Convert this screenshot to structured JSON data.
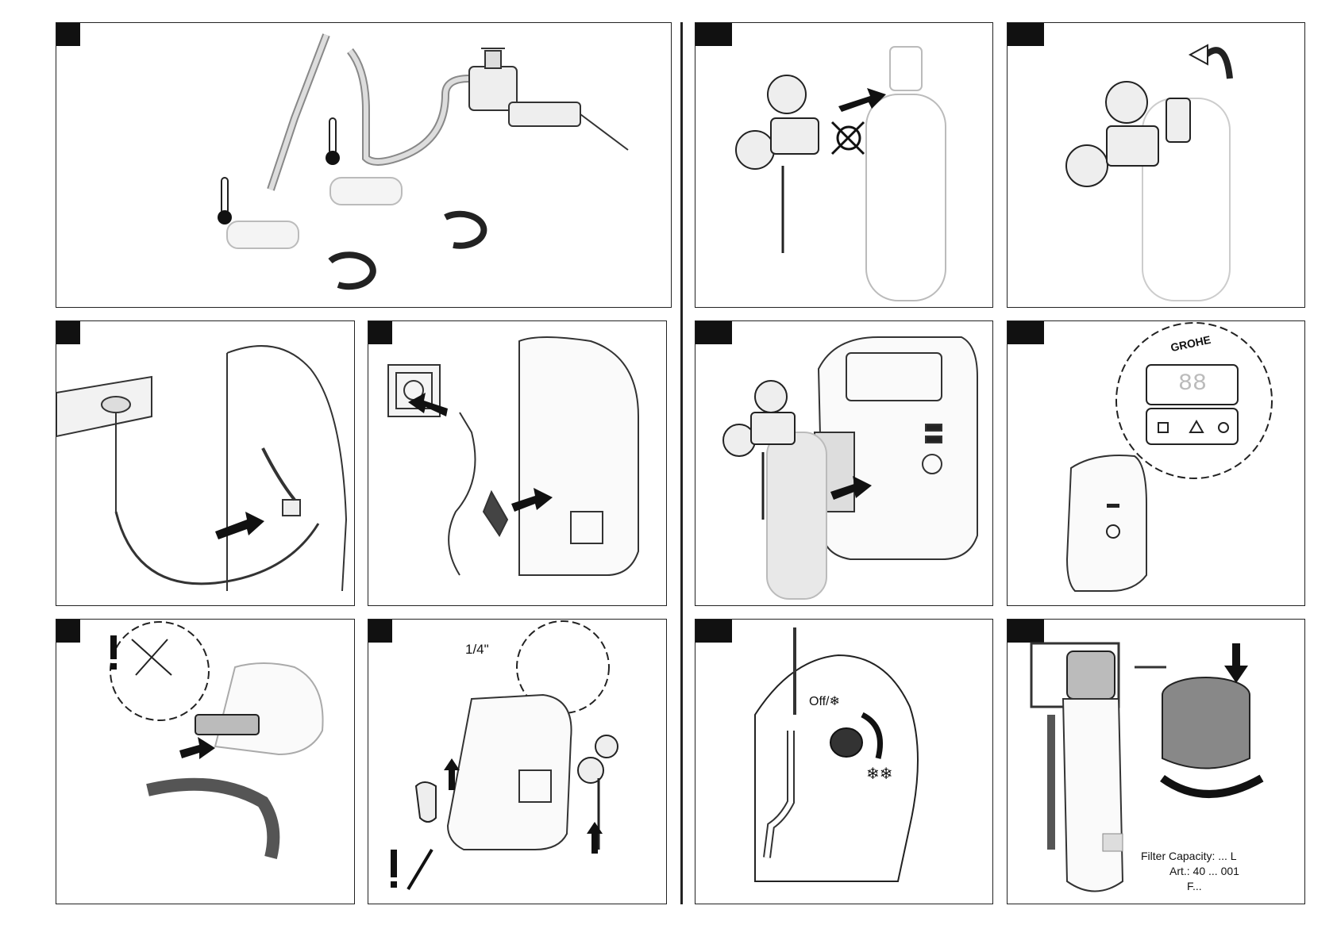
{
  "panels": {
    "p1": {
      "tab": ""
    },
    "p2": {
      "tab": ""
    },
    "p3": {
      "tab": ""
    },
    "p4": {
      "tab": ""
    },
    "p5": {
      "tab": ""
    },
    "p6": {
      "tab": ""
    },
    "p7": {
      "tab": ""
    },
    "p8": {
      "tab": ""
    },
    "p9": {
      "tab": ""
    },
    "p10": {
      "tab": ""
    },
    "p11": {
      "tab": ""
    },
    "p12": {
      "tab": ""
    }
  },
  "labels": {
    "quarter_inch": "1/4\"",
    "off_setting": "Off/❄",
    "max_setting": "❄❄",
    "brand": "GROHE",
    "display_value": "88",
    "filter_capacity": "Filter Capacity: ... L",
    "article": "Art.: 40 ... 001",
    "serial": "F..."
  },
  "icons": [
    "thermometer-icon",
    "rotate-arrow-icon",
    "push-arrow-icon",
    "warning-icon",
    "no-tool-icon",
    "snowflake-icon"
  ]
}
